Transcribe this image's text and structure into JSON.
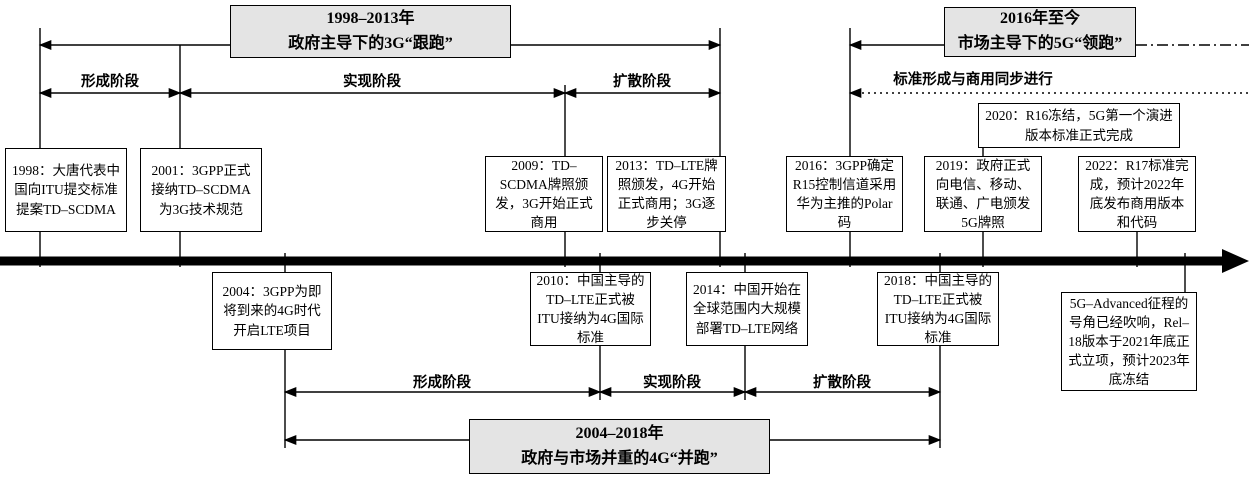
{
  "diagram": {
    "periods": {
      "g3": {
        "years": "1998–2013年",
        "desc": "政府主导下的3G“跟跑”"
      },
      "g4": {
        "years": "2004–2018年",
        "desc": "政府与市场并重的4G“并跑”"
      },
      "g5": {
        "years": "2016年至今",
        "desc": "市场主导下的5G“领跑”"
      }
    },
    "phases": {
      "top": [
        "形成阶段",
        "实现阶段",
        "扩散阶段"
      ],
      "bottom": [
        "形成阶段",
        "实现阶段",
        "扩散阶段"
      ],
      "sync_label": "标准形成与商用同步进行"
    },
    "events_above": [
      {
        "text": "1998：大唐代表中国向ITU提交标准提案TD–SCDMA"
      },
      {
        "text": "2001：3GPP正式接纳TD–SCDMA为3G技术规范"
      },
      {
        "text": "2009：TD–SCDMA牌照颁发，3G开始正式商用"
      },
      {
        "text": "2013：TD–LTE牌照颁发，4G开始正式商用；3G逐步关停"
      },
      {
        "text": "2016：3GPP确定R15控制信道采用华为主推的Polar码"
      },
      {
        "text": "2019：政府正式向电信、移动、联通、广电颁发5G牌照"
      },
      {
        "text": "2020：R16冻结，5G第一个演进版本标准正式完成"
      },
      {
        "text": "2022：R17标准完成，预计2022年底发布商用版本和代码"
      }
    ],
    "events_below": [
      {
        "text": "2004：3GPP为即将到来的4G时代开启LTE项目"
      },
      {
        "text": "2010：中国主导的TD–LTE正式被ITU接纳为4G国际标准"
      },
      {
        "text": "2014：中国开始在全球范围内大规模部署TD–LTE网络"
      },
      {
        "text": "2018：中国主导的TD–LTE正式被ITU接纳为4G国际标准"
      },
      {
        "text": "5G–Advanced征程的号角已经吹响，Rel–18版本于2021年底正式立项，预计2023年底冻结"
      }
    ]
  }
}
